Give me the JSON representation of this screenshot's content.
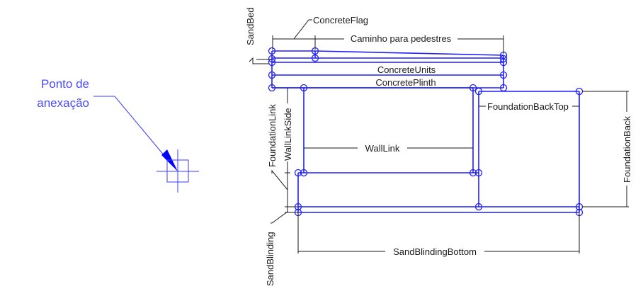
{
  "diagram": {
    "title": "Subassembly diagram",
    "attachment_point": {
      "label_line1": "Ponto de",
      "label_line2": "anexação",
      "color": "#4a4aff"
    },
    "labels": {
      "sand_bed": "SandBed",
      "concrete_flag": "ConcreteFlag",
      "pedestrian_path": "Caminho para pedestres",
      "concrete_units": "ConcreteUnits",
      "concrete_plinth": "ConcretePlinth",
      "foundation_link": "FoundationLink",
      "wall_link_side": "WallLinkSide",
      "wall_link": "WallLink",
      "foundation_back_top": "FoundationBackTop",
      "foundation_back": "FoundationBack",
      "sand_blinding": "SandBlinding",
      "sand_blinding_bottom": "SandBlindingBottom"
    },
    "colors": {
      "links": "#1f1fff",
      "dimensions": "#1a1a1a",
      "background": "#ffffff"
    }
  }
}
